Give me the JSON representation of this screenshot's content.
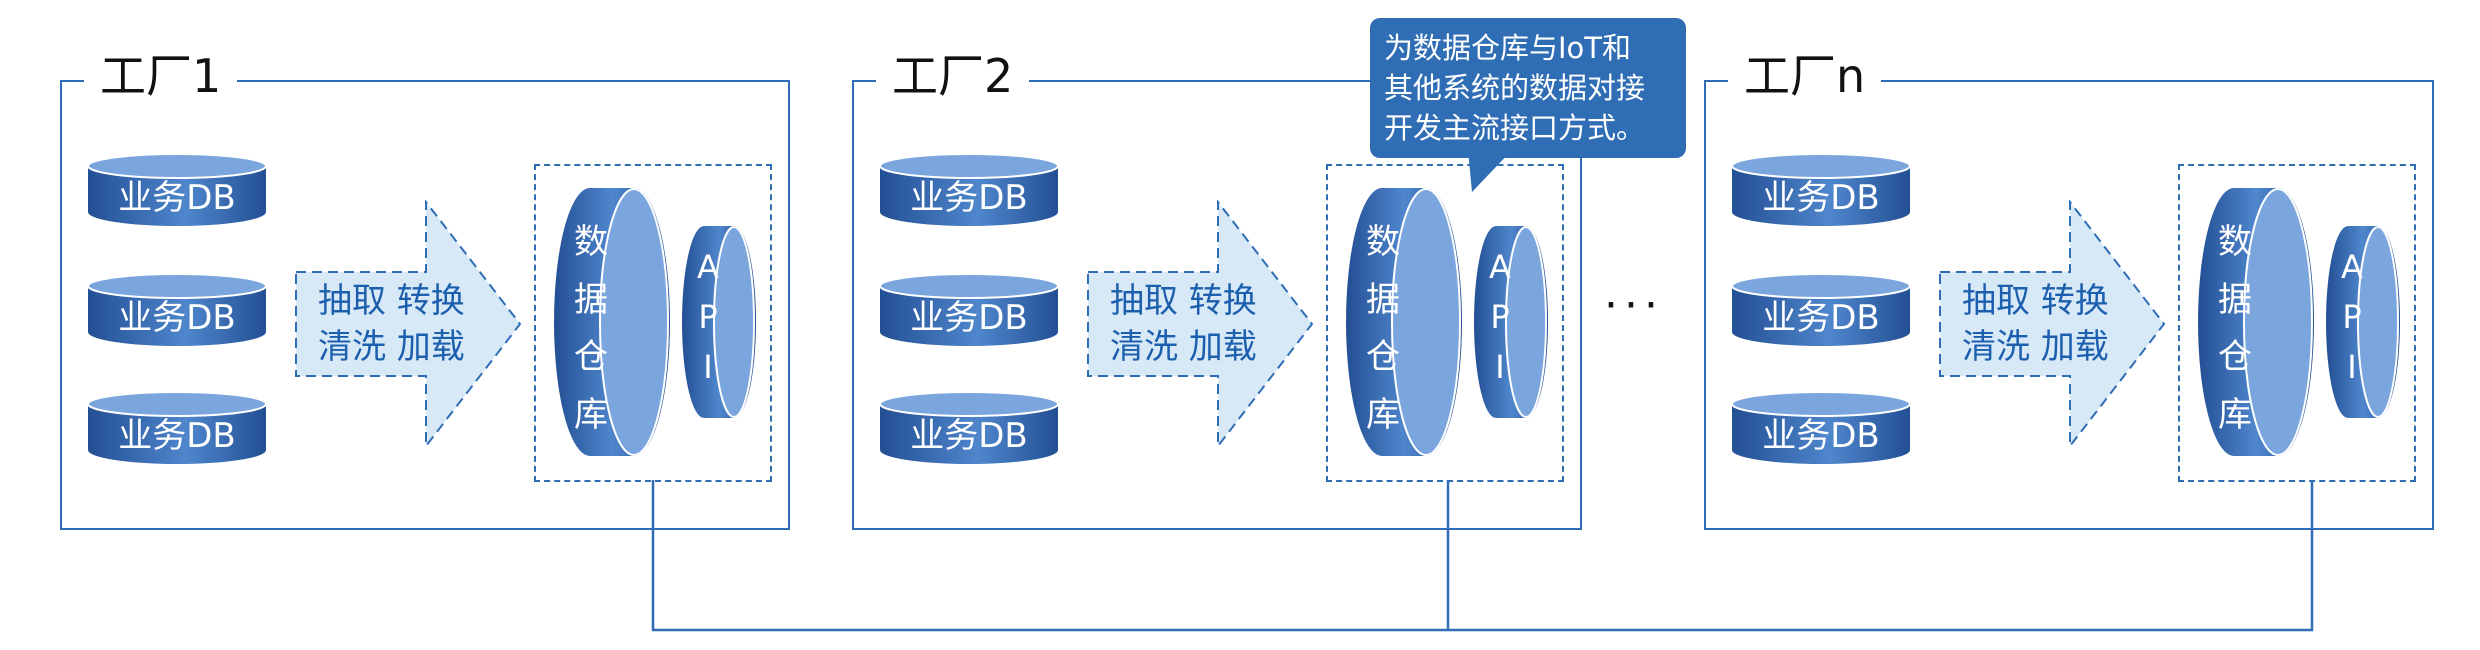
{
  "colors": {
    "accent": "#2f6db5",
    "light_arrow": "#d7e9f7",
    "text_blue": "#1c5fae"
  },
  "factories": [
    {
      "title": "工厂1",
      "dbs": [
        "业务DB",
        "业务DB",
        "业务DB"
      ],
      "process": {
        "line1": "抽取 转换",
        "line2": "清洗 加载"
      },
      "warehouse": [
        "数",
        "据",
        "仓",
        "库"
      ],
      "api": [
        "A",
        "P",
        "I"
      ]
    },
    {
      "title": "工厂2",
      "dbs": [
        "业务DB",
        "业务DB",
        "业务DB"
      ],
      "process": {
        "line1": "抽取 转换",
        "line2": "清洗 加载"
      },
      "warehouse": [
        "数",
        "据",
        "仓",
        "库"
      ],
      "api": [
        "A",
        "P",
        "I"
      ]
    },
    {
      "title": "工厂n",
      "dbs": [
        "业务DB",
        "业务DB",
        "业务DB"
      ],
      "process": {
        "line1": "抽取 转换",
        "line2": "清洗 加载"
      },
      "warehouse": [
        "数",
        "据",
        "仓",
        "库"
      ],
      "api": [
        "A",
        "P",
        "I"
      ]
    }
  ],
  "ellipsis": "···",
  "callout": {
    "lines": [
      "为数据仓库与IoT和",
      "其他系统的数据对接",
      "开发主流接口方式。"
    ]
  }
}
